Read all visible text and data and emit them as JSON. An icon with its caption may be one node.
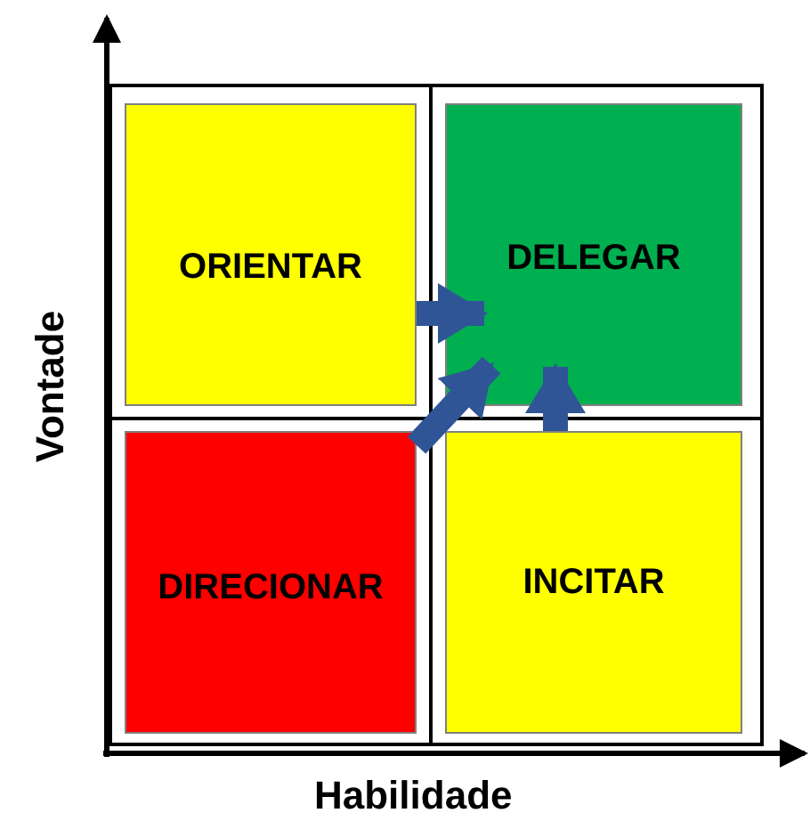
{
  "diagram": {
    "nodes": [
      {
        "text": [
          "ORIENTAR"
        ]
      },
      {
        "text": [
          "DELEGAR"
        ]
      },
      {
        "text": [
          "DIRECIONAR"
        ]
      },
      {
        "text": [
          "INCITAR"
        ]
      }
    ],
    "edges": [
      {
        "from": 0,
        "to": 1,
        "arrow": "to"
      },
      {
        "from": 2,
        "to": 1,
        "arrow": "to"
      },
      {
        "from": 3,
        "to": 1,
        "arrow": "to"
      }
    ],
    "labels": [
      "Vontade",
      "Habilidade"
    ]
  }
}
